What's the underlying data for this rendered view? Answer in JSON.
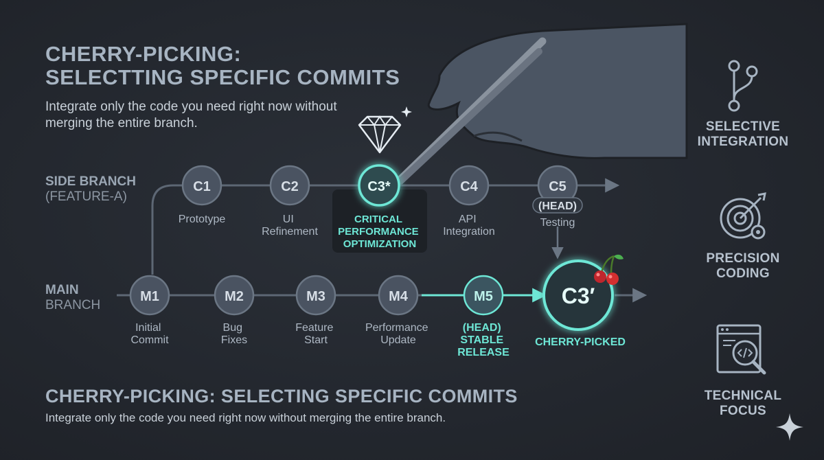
{
  "header": {
    "title_line1": "CHERRY-PICKING:",
    "title_line2": "SELECTTING SPECIFIC COMMITS",
    "subtitle": "Integrate only the code you need right now without merging the entire branch."
  },
  "branches": {
    "side": {
      "label": "SIDE BRANCH",
      "sub": "(FEATURE-A)"
    },
    "main": {
      "label": "MAIN",
      "sub": "BRANCH"
    }
  },
  "side_commits": [
    {
      "id": "C1",
      "caption": "Prototype"
    },
    {
      "id": "C2",
      "caption": "UI Refinement"
    },
    {
      "id": "C3*",
      "caption": "CRITICAL PERFORMANCE OPTIMIZATION",
      "selected": true
    },
    {
      "id": "C4",
      "caption": "API Integration"
    },
    {
      "id": "C5",
      "tag": "(HEAD)",
      "caption": "Testing"
    }
  ],
  "main_commits": [
    {
      "id": "M1",
      "caption": "Initial Commit"
    },
    {
      "id": "M2",
      "caption": "Bug Fixes"
    },
    {
      "id": "M3",
      "caption": "Feature Start"
    },
    {
      "id": "M4",
      "caption": "Performance Update"
    },
    {
      "id": "M5",
      "caption": "(HEAD) STABLE RELEASE",
      "highlight": true
    }
  ],
  "picked_commit": {
    "id": "C3′",
    "caption": "CHERRY-PICKED"
  },
  "features": [
    {
      "label": "SELECTIVE INTEGRATION",
      "icon": "git-branch-icon"
    },
    {
      "label": "PRECISION CODING",
      "icon": "target-gear-icon"
    },
    {
      "label": "TECHNICAL FOCUS",
      "icon": "code-magnifier-icon"
    }
  ],
  "footer": {
    "title": "CHERRY-PICKING: SELECTING SPECIFIC COMMITS",
    "subtitle": "Integrate only the code you need right now without merging the entire branch."
  },
  "colors": {
    "background": "#24282f",
    "node_fill": "#4a5361",
    "node_stroke": "#6b7684",
    "accent": "#6ee7d6",
    "title": "#a7b4c2"
  }
}
